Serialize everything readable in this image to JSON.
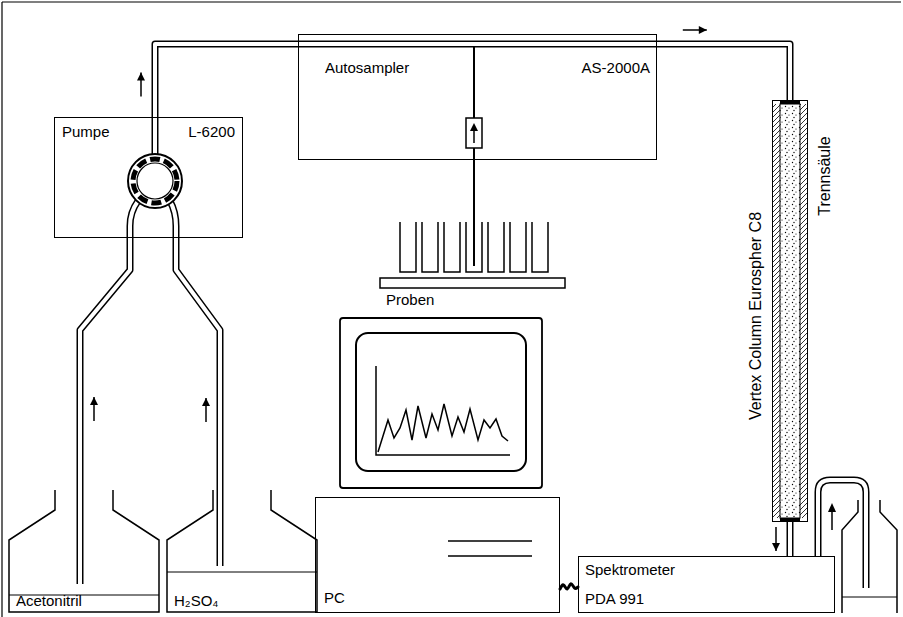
{
  "diagram": {
    "nodes": [
      {
        "text": [
          "Pumpe",
          "L-6200"
        ]
      },
      {
        "text": [
          "Autosampler",
          "AS-2000A"
        ]
      },
      {
        "text": [
          "Vertex Column Eurospher C8",
          "Trennsäule"
        ]
      },
      {
        "text": [
          "Acetonitril"
        ]
      },
      {
        "text": [
          "H₂SO₄"
        ]
      },
      {
        "text": [
          "PC"
        ]
      },
      {
        "text": [
          "Spektrometer",
          "PDA 991"
        ]
      }
    ],
    "edges": [
      {
        "from": 3,
        "to": 0,
        "arrow": "to"
      },
      {
        "from": 4,
        "to": 0,
        "arrow": "to"
      },
      {
        "from": 0,
        "to": 1,
        "arrow": "to"
      },
      {
        "from": 1,
        "to": 2,
        "arrow": "to"
      },
      {
        "from": 2,
        "to": 6,
        "arrow": "to"
      },
      {
        "from": 5,
        "to": 6,
        "arrow": "none"
      }
    ],
    "labels": [
      "Proben"
    ]
  }
}
